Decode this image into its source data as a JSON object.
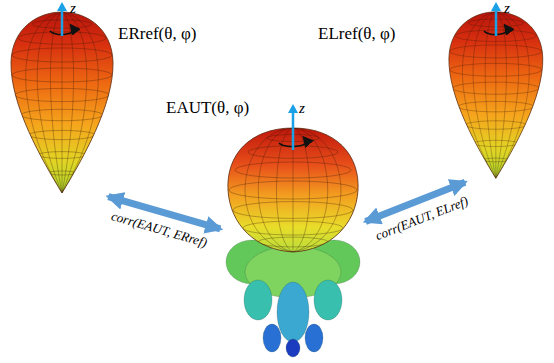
{
  "diagram": {
    "nodes": [
      {
        "text": [
          "ERref(θ, φ)",
          "z"
        ]
      },
      {
        "text": [
          "ELref(θ, φ)",
          "z"
        ]
      },
      {
        "text": [
          "EAUT(θ, φ)",
          "z"
        ]
      }
    ],
    "edges": [
      {
        "from": 2,
        "to": 0,
        "arrow": "both",
        "label": "corr(EAUT, ERref)"
      },
      {
        "from": 2,
        "to": 1,
        "arrow": "both",
        "label": "corr(EAUT, ELref)"
      }
    ]
  }
}
